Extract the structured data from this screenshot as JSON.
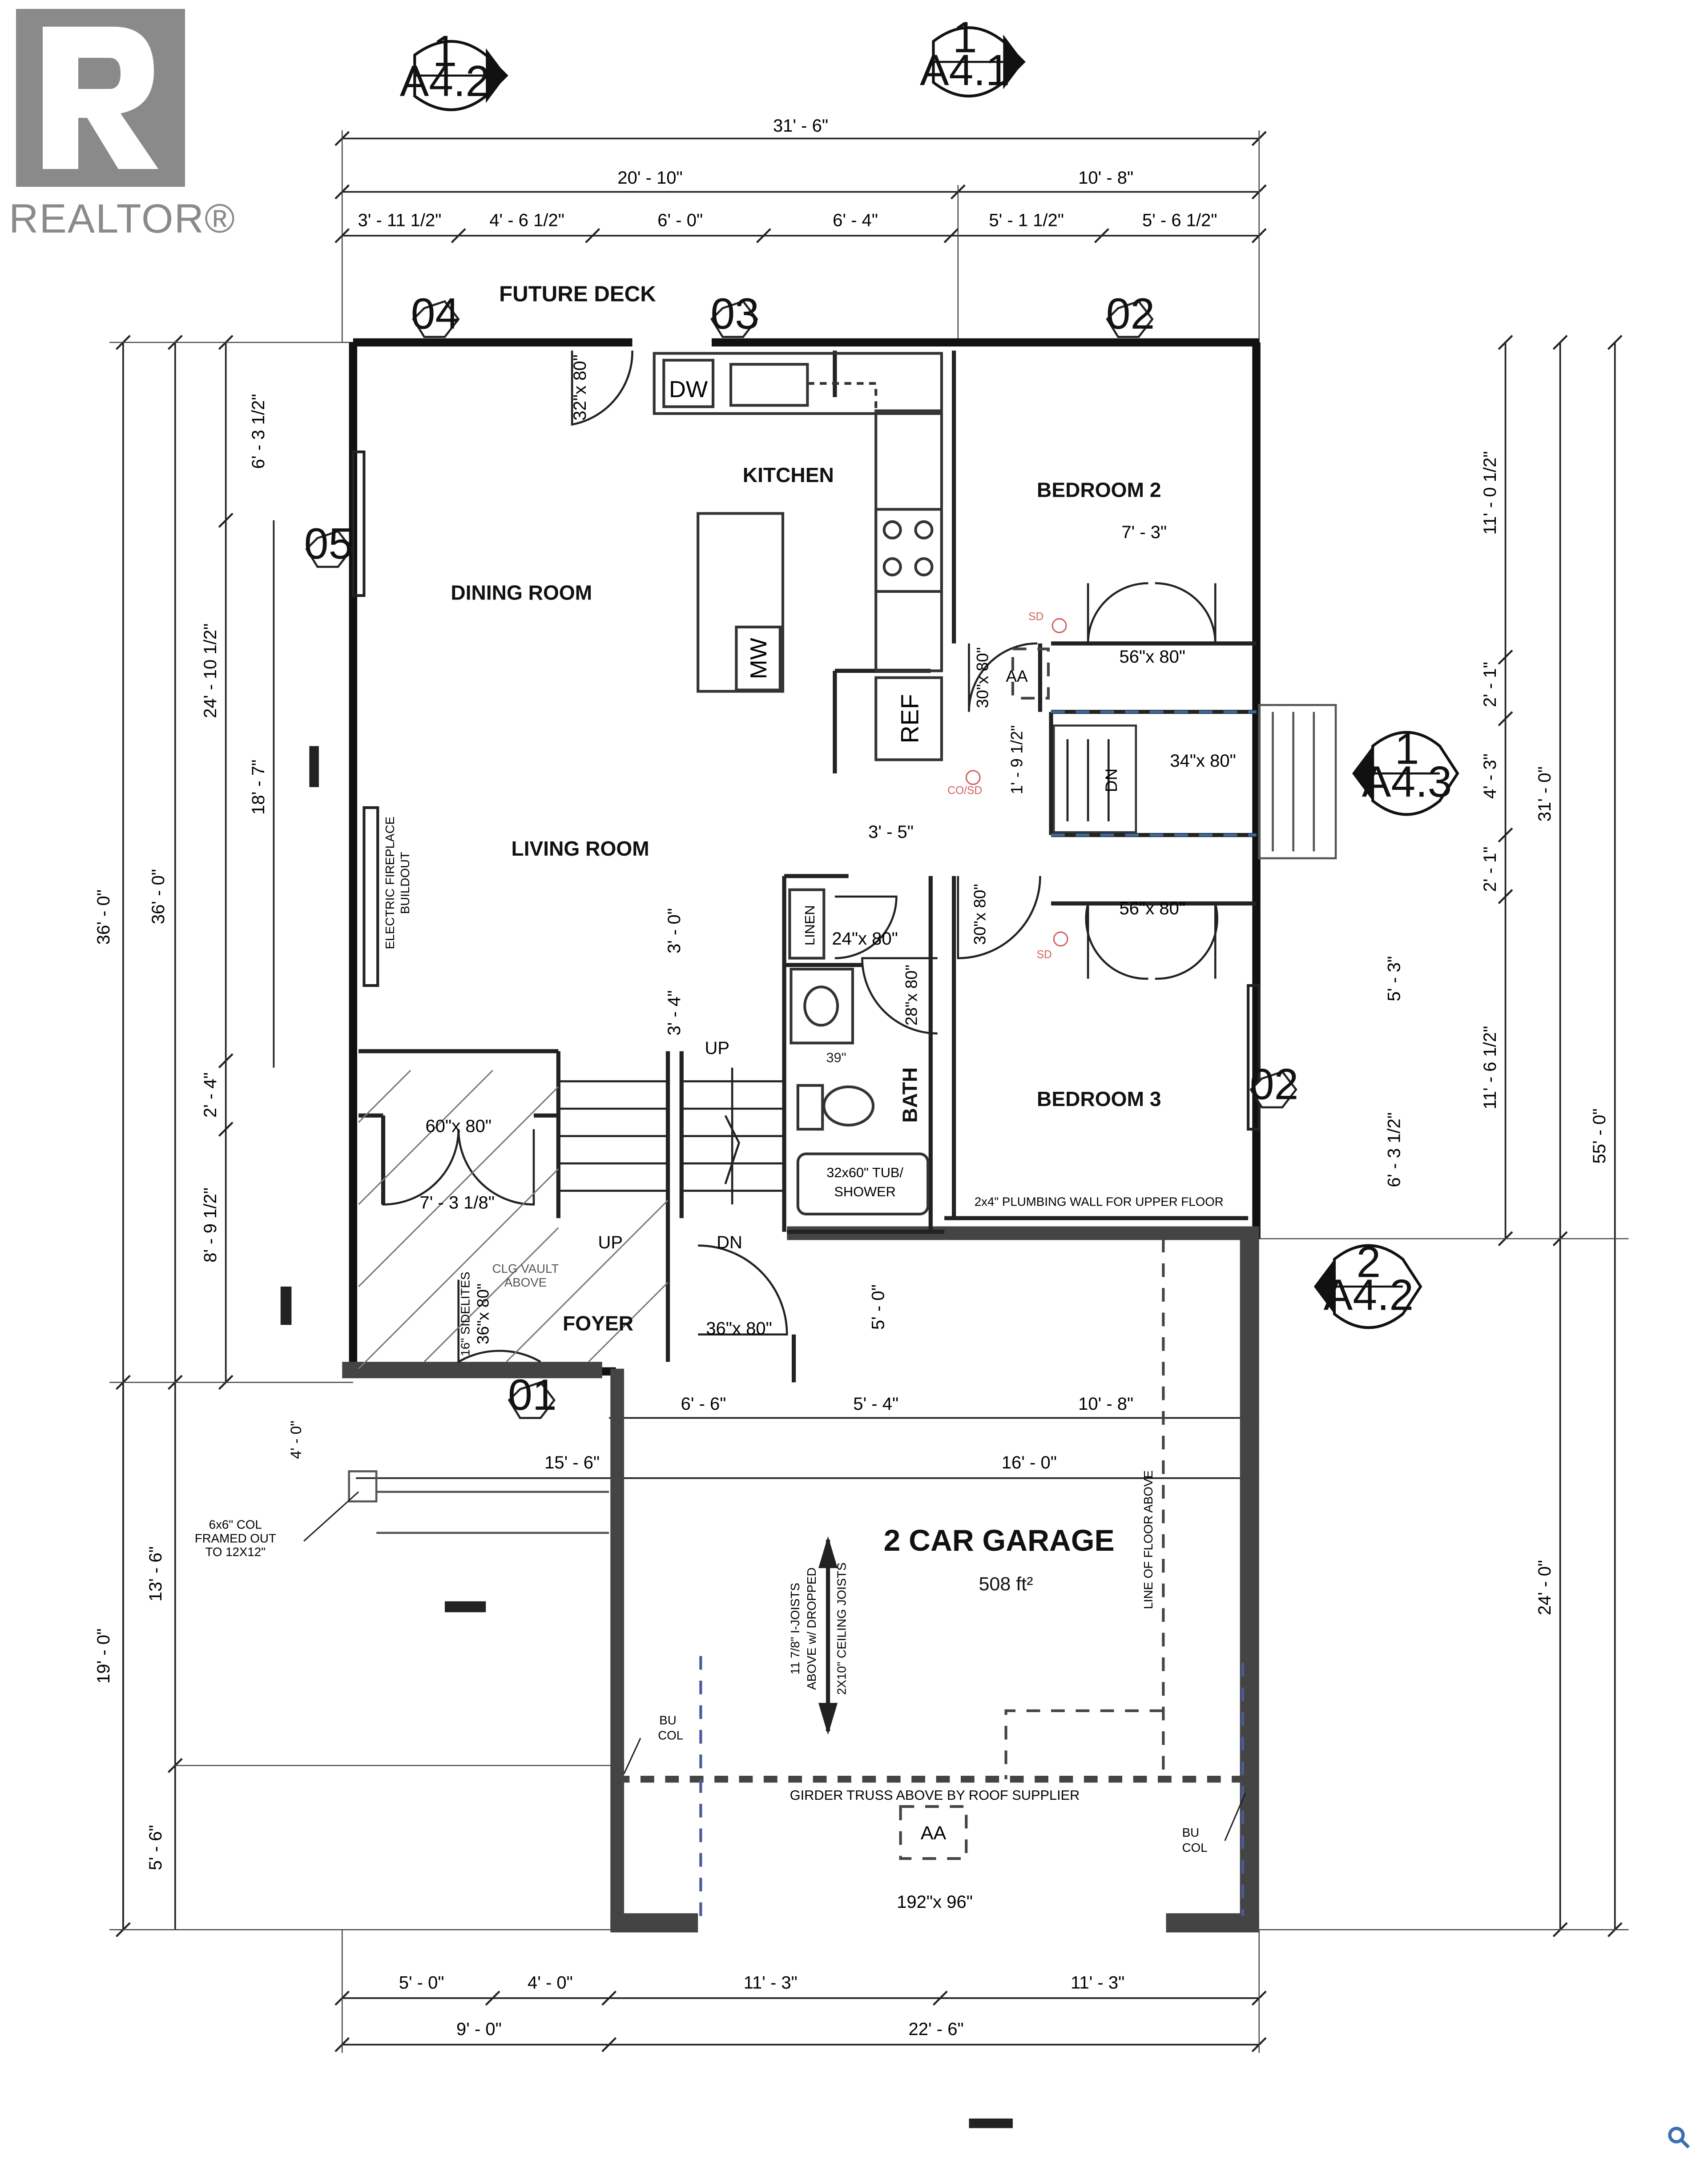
{
  "branding": {
    "logo_text": "REALTOR®"
  },
  "rooms": {
    "future_deck": "FUTURE DECK",
    "kitchen": "KITCHEN",
    "dining_room": "DINING ROOM",
    "living_room": "LIVING ROOM",
    "bedroom_2": "BEDROOM 2",
    "bedroom_3": "BEDROOM 3",
    "bath": "BATH",
    "foyer": "FOYER",
    "garage": "2 CAR GARAGE",
    "garage_area": "508 ft²"
  },
  "section_markers": [
    {
      "num": "1",
      "ref": "A4.2"
    },
    {
      "num": "1",
      "ref": "A4.1"
    },
    {
      "num": "1",
      "ref": "A4.3"
    },
    {
      "num": "2",
      "ref": "A4.2"
    }
  ],
  "window_tags": [
    "04",
    "03",
    "02",
    "05",
    "02",
    "01"
  ],
  "dims_top": {
    "overall": "31' - 6\"",
    "left": "20' - 10\"",
    "right": "10' - 8\"",
    "segments": [
      "3' - 11 1/2\"",
      "4' - 6 1/2\"",
      "6' - 0\"",
      "6' - 4\"",
      "5' - 1 1/2\"",
      "5' - 6 1/2\""
    ]
  },
  "dims_left": {
    "overall_outer": "36' - 0\"",
    "overall_inner": "36' - 0\"",
    "a": "24' - 10 1/2\"",
    "b": "6' - 3 1/2\"",
    "c": "18' - 7\"",
    "d": "2' - 4\"",
    "e": "8' - 9 1/2\"",
    "f": "4' - 0\"",
    "g": "13' - 6\"",
    "h": "19' - 0\"",
    "i": "5' - 6\""
  },
  "dims_right": {
    "overall": "55' - 0\"",
    "house": "31' - 0\"",
    "garage": "24' - 0\"",
    "a": "11' - 0 1/2\"",
    "b": "2' - 1\"",
    "c": "4' - 3\"",
    "d": "2' - 1\"",
    "e": "11' - 6 1/2\"",
    "f": "5' - 3\"",
    "g": "6' - 3 1/2\""
  },
  "dims_interior": {
    "bed2_closet": "7' - 3\"",
    "hall": "3' - 5\"",
    "stair_run": "3' - 0\"",
    "stair_b": "3' - 4\"",
    "closet_foyer": "7' - 3 1/8\"",
    "hall_b": "1' - 9 1/2\"",
    "garage_door_clear": "5' - 0\"",
    "garage_row": [
      "6' - 6\"",
      "5' - 4\"",
      "10' - 8\""
    ],
    "garage_row2": [
      "15' - 6\"",
      "16' - 0\""
    ]
  },
  "dims_bottom": {
    "segments": [
      "5' - 0\"",
      "4' - 0\"",
      "11' - 3\"",
      "11' - 3\""
    ],
    "totals": [
      "9' - 0\"",
      "22' - 6\""
    ]
  },
  "doors": {
    "deck": "32\"x 80\"",
    "bed2_closet": "56\"x 80\"",
    "bed2": "30\"x 80\"",
    "stair": "34\"x 80\"",
    "bed3_closet": "56\"x 80\"",
    "bed3": "30\"x 80\"",
    "linen": "24\"x 80\"",
    "bath": "28\"x 80\"",
    "foyer_closet": "60\"x 80\"",
    "front": "36\"x 80\"",
    "garage_entry": "36\"x 80\"",
    "garage_door": "192\"x 96\""
  },
  "fixtures": {
    "dw": "DW",
    "mw": "MW",
    "ref": "REF",
    "aa": "AA",
    "linen": "LINEN",
    "sink_width": "39\"",
    "tub": "32x60\" TUB/",
    "shower": "SHOWER",
    "sd": "SD",
    "co_sd": "CO/SD",
    "aa_garage": "AA"
  },
  "notes": {
    "fireplace_1": "ELECTRIC FIREPLACE",
    "fireplace_2": "BUILDOUT",
    "plumbing": "2x4\" PLUMBING WALL FOR UPPER FLOOR",
    "up": "UP",
    "up2": "UP",
    "dn": "DN",
    "dn2": "DN",
    "clg_vault_1": "CLG VAULT",
    "clg_vault_2": "ABOVE",
    "sidelites": "16\" SIDELITES",
    "col_1": "6x6\" COL",
    "col_2": "FRAMED OUT",
    "col_3": "TO 12X12\"",
    "joists_1": "11 7/8\" I-JOISTS",
    "joists_2": "ABOVE w/ DROPPED",
    "joists_3": "2X10\" CEILING JOISTS",
    "line_floor": "LINE OF FLOOR ABOVE",
    "bu_col": "BU",
    "bu_col_2": "COL",
    "girder": "GIRDER TRUSS ABOVE BY ROOF SUPPLIER"
  }
}
